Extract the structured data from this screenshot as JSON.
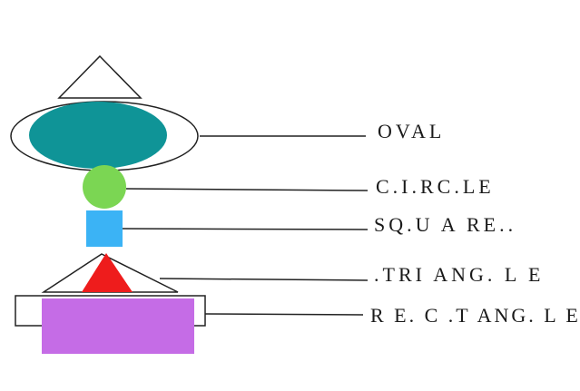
{
  "labels": {
    "oval": "OVAL",
    "circle": "C.I.RC.LE",
    "square": "SQ.U A RE..",
    "triangle": ".TRI ANG. L E",
    "rectangle": "R E. C .T ANG. L E."
  },
  "colors": {
    "oval_fill": "#0f9497",
    "circle_fill": "#7bd653",
    "square_fill": "#3bb3f5",
    "triangle_fill": "#ee1c1c",
    "rectangle_fill": "#c56ce6",
    "outline": "#222222",
    "leader": "#222222"
  }
}
